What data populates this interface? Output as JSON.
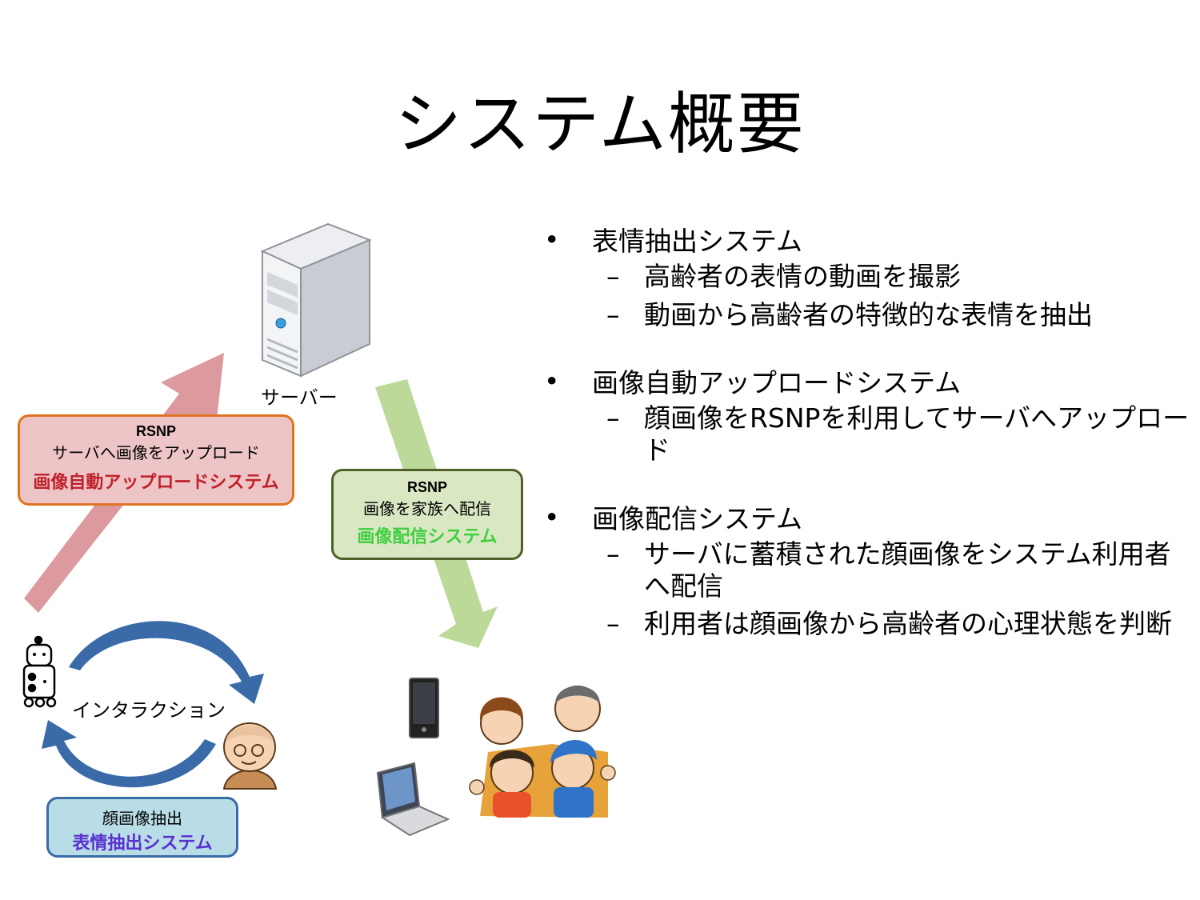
{
  "title": "システム概要",
  "diagram": {
    "server_label": "サーバー",
    "upload_box": {
      "protocol": "RSNP",
      "description": "サーバへ画像をアップロード",
      "system_name": "画像自動アップロードシステム"
    },
    "delivery_box": {
      "protocol": "RSNP",
      "description": "画像を家族へ配信",
      "system_name": "画像配信システム"
    },
    "interaction_label": "インタラクション",
    "extraction_box": {
      "description": "顔画像抽出",
      "system_name": "表情抽出システム"
    }
  },
  "bullets": [
    {
      "text": "表情抽出システム",
      "sub": [
        "高齢者の表情の動画を撮影",
        "動画から高齢者の特徴的な表情を抽出"
      ]
    },
    {
      "text": "画像自動アップロードシステム",
      "sub": [
        "顔画像をRSNPを利用してサーバへアップロード"
      ]
    },
    {
      "text": "画像配信システム",
      "sub": [
        "サーバに蓄積された顔画像をシステム利用者へ配信",
        "利用者は顔画像から高齢者の心理状態を判断"
      ]
    }
  ],
  "colors": {
    "upload_arrow": "#dc9a9e",
    "delivery_arrow": "#bcd99a",
    "interaction_arrow": "#3a6aa8",
    "upload_box_bg": "#eec5c7",
    "upload_box_border": "#e0741e",
    "upload_system_text": "#c0202a",
    "delivery_box_bg": "#d9e8c3",
    "delivery_box_border": "#4e6128",
    "delivery_system_text": "#3fcf3f",
    "extraction_box_bg": "#b8dde6",
    "extraction_box_border": "#3a6aa8",
    "extraction_system_text": "#5a2fd0"
  }
}
